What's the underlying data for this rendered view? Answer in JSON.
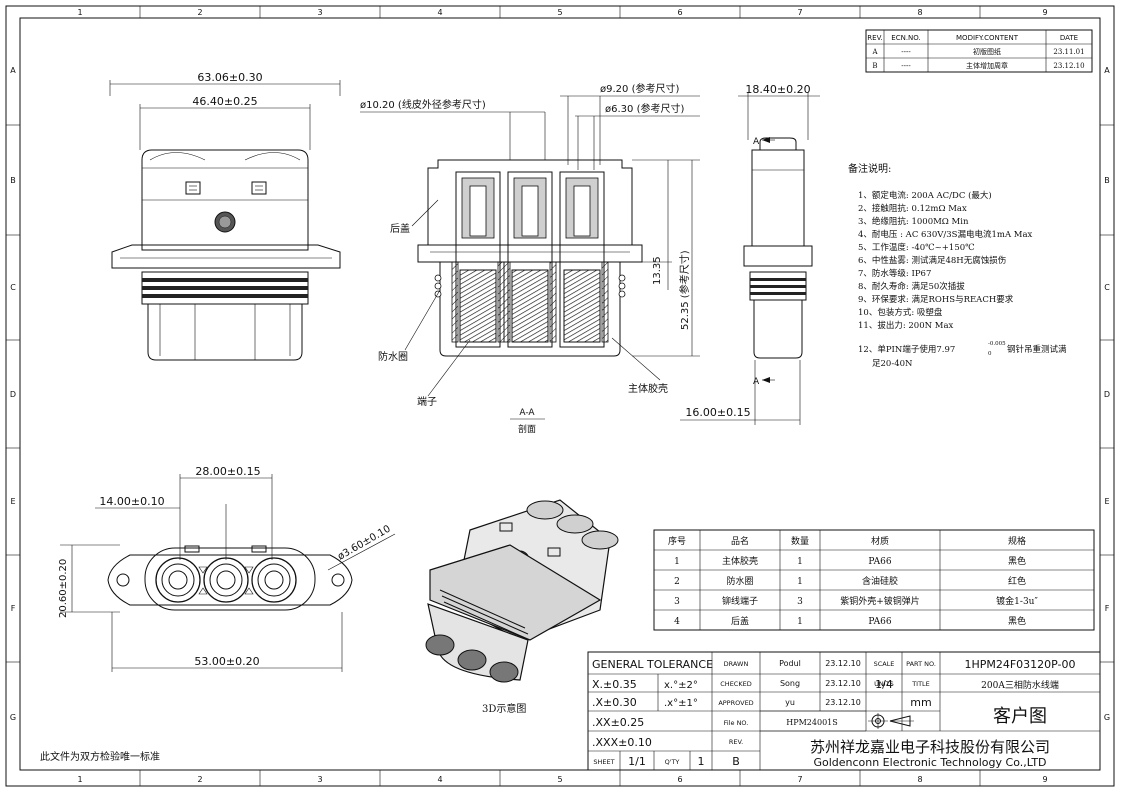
{
  "grid": {
    "cols": [
      "1",
      "2",
      "3",
      "4",
      "5",
      "6",
      "7",
      "8",
      "9"
    ],
    "rows": [
      "A",
      "B",
      "C",
      "D",
      "E",
      "F",
      "G"
    ]
  },
  "revision_table": {
    "headers": [
      "REV.",
      "ECN.NO.",
      "MODIFY.CONTENT",
      "DATE"
    ],
    "rows": [
      [
        "A",
        "----",
        "初版图纸",
        "23.11.01"
      ],
      [
        "B",
        "----",
        "主体增加周章",
        "23.12.10"
      ]
    ]
  },
  "front_view": {
    "dim_outer": "63.06±0.30",
    "dim_inner": "46.40±0.25"
  },
  "section_view": {
    "dim_cable": "ø10.20 (线皮外径参考尺寸)",
    "dim_d920": "ø9.20 (参考尺寸)",
    "dim_d630": "ø6.30 (参考尺寸)",
    "dim_13": "13.35",
    "dim_52": "52.35 (参考尺寸)",
    "label_cover": "后盖",
    "label_seal": "防水圈",
    "label_terminal": "端子",
    "label_body": "主体胶壳",
    "section_name": "A-A",
    "section_sub": "剖面"
  },
  "side_view": {
    "dim_top": "18.40±0.20",
    "dim_bottom": "16.00±0.15",
    "marker": "A"
  },
  "notes": {
    "title": "备注说明:",
    "items": [
      "1、额定电流: 200A AC/DC (最大)",
      "2、接触阻抗: 0.12mΩ Max",
      "3、绝缘阻抗: 1000MΩ Min",
      "4、耐电压 : AC 630V/3S漏电电流1mA Max",
      "5、工作温度: -40℃~+150℃",
      "6、中性盐雾: 测试满足48H无腐蚀损伤",
      "7、防水等级: IP67",
      "8、耐久寿命: 满足50次插拔",
      "9、环保要求: 满足ROHS与REACH要求",
      "10、包装方式: 吸塑盘",
      "11、拔出力: 200N Max",
      "12、单PIN端子使用7.97",
      "足20-40N"
    ],
    "item12_sup": "-0.005",
    "item12_sub": "0",
    "item12_tail": "钢针吊重测试满"
  },
  "bottom_view": {
    "dim_28": "28.00±0.15",
    "dim_14": "14.00±0.10",
    "dim_hole": "ø3.60±0.10",
    "dim_height": "20.60±0.20",
    "dim_width": "53.00±0.20"
  },
  "iso_view": {
    "caption": "3D示意图"
  },
  "bom": {
    "headers": [
      "序号",
      "品名",
      "数量",
      "材质",
      "规格"
    ],
    "rows": [
      [
        "1",
        "主体胶壳",
        "1",
        "PA66",
        "黑色"
      ],
      [
        "2",
        "防水圈",
        "1",
        "含油硅胶",
        "红色"
      ],
      [
        "3",
        "铆线端子",
        "3",
        "紫铜外壳+铍铜弹片",
        "镀金1-3u″"
      ],
      [
        "4",
        "后盖",
        "1",
        "PA66",
        "黑色"
      ]
    ]
  },
  "title_block": {
    "gen_tol": "GENERAL TOLERANCE",
    "tol_x": "X.±0.35",
    "tol_x_ang": "x.°±2°",
    "tol_xx": ".X±0.30",
    "tol_xx_ang": ".x°±1°",
    "tol_xxx": ".XX±0.25",
    "tol_xxxx": ".XXX±0.10",
    "drawn_label": "DRAWN",
    "drawn_by": "Podul",
    "drawn_date": "23.12.10",
    "checked_label": "CHECKED",
    "checked_by": "Song",
    "checked_date": "23.12.10",
    "approved_label": "APPROVED",
    "approved_by": "yu",
    "approved_date": "23.12.10",
    "file_label": "File NO.",
    "file_no": "HPM24001S",
    "rev_label": "REV.",
    "rev_value": "B",
    "sheet_label": "SHEET",
    "sheet_value": "1/1",
    "qty_label": "Q'TY",
    "qty_value": "1",
    "scale_label": "SCALE",
    "scale_value": "1/4",
    "units_label": "UNITS",
    "units_value": "mm",
    "part_label": "PART NO.",
    "part_no": "1HPM24F03120P-00",
    "title_label": "TITLE",
    "title_value": "200A三相防水线端",
    "doc_type": "客户图",
    "company_cn": "苏州祥龙嘉业电子科技股份有限公司",
    "company_en": "Goldenconn Electronic Technology Co.,LTD"
  },
  "footer_note": "此文件为双方检验唯一标准"
}
